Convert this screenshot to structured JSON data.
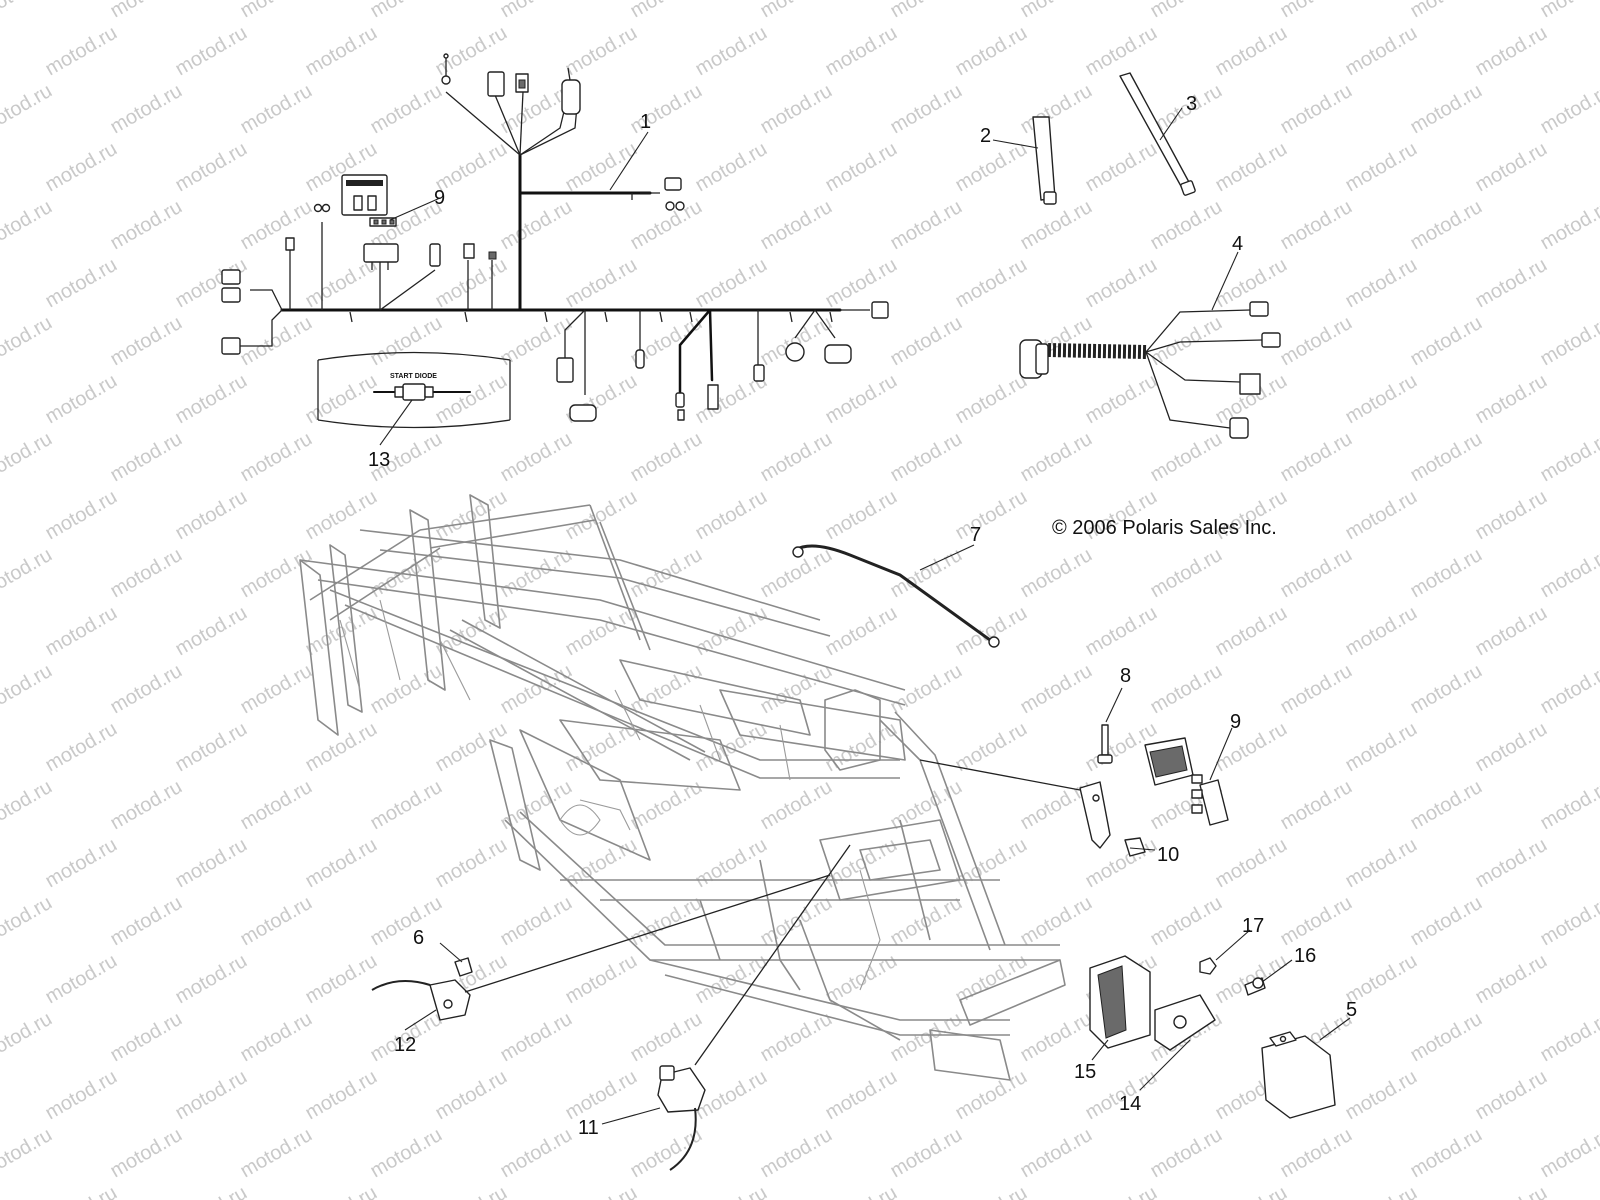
{
  "watermark": "motod.ru",
  "copyright": "© 2006 Polaris Sales Inc.",
  "inset_label": "START DIODE",
  "relay_label": "",
  "callouts": [
    {
      "id": "1",
      "text": "1"
    },
    {
      "id": "2",
      "text": "2"
    },
    {
      "id": "3",
      "text": "3"
    },
    {
      "id": "4",
      "text": "4"
    },
    {
      "id": "5",
      "text": "5"
    },
    {
      "id": "6",
      "text": "6"
    },
    {
      "id": "7",
      "text": "7"
    },
    {
      "id": "8",
      "text": "8"
    },
    {
      "id": "9a",
      "text": "9"
    },
    {
      "id": "9b",
      "text": "9"
    },
    {
      "id": "10",
      "text": "10"
    },
    {
      "id": "11",
      "text": "11"
    },
    {
      "id": "12",
      "text": "12"
    },
    {
      "id": "13",
      "text": "13"
    },
    {
      "id": "14",
      "text": "14"
    },
    {
      "id": "15",
      "text": "15"
    },
    {
      "id": "16",
      "text": "16"
    },
    {
      "id": "17",
      "text": "17"
    }
  ],
  "colors": {
    "line": "#111111",
    "frame": "#8a8a8a",
    "watermark": "#c9c9c9"
  }
}
